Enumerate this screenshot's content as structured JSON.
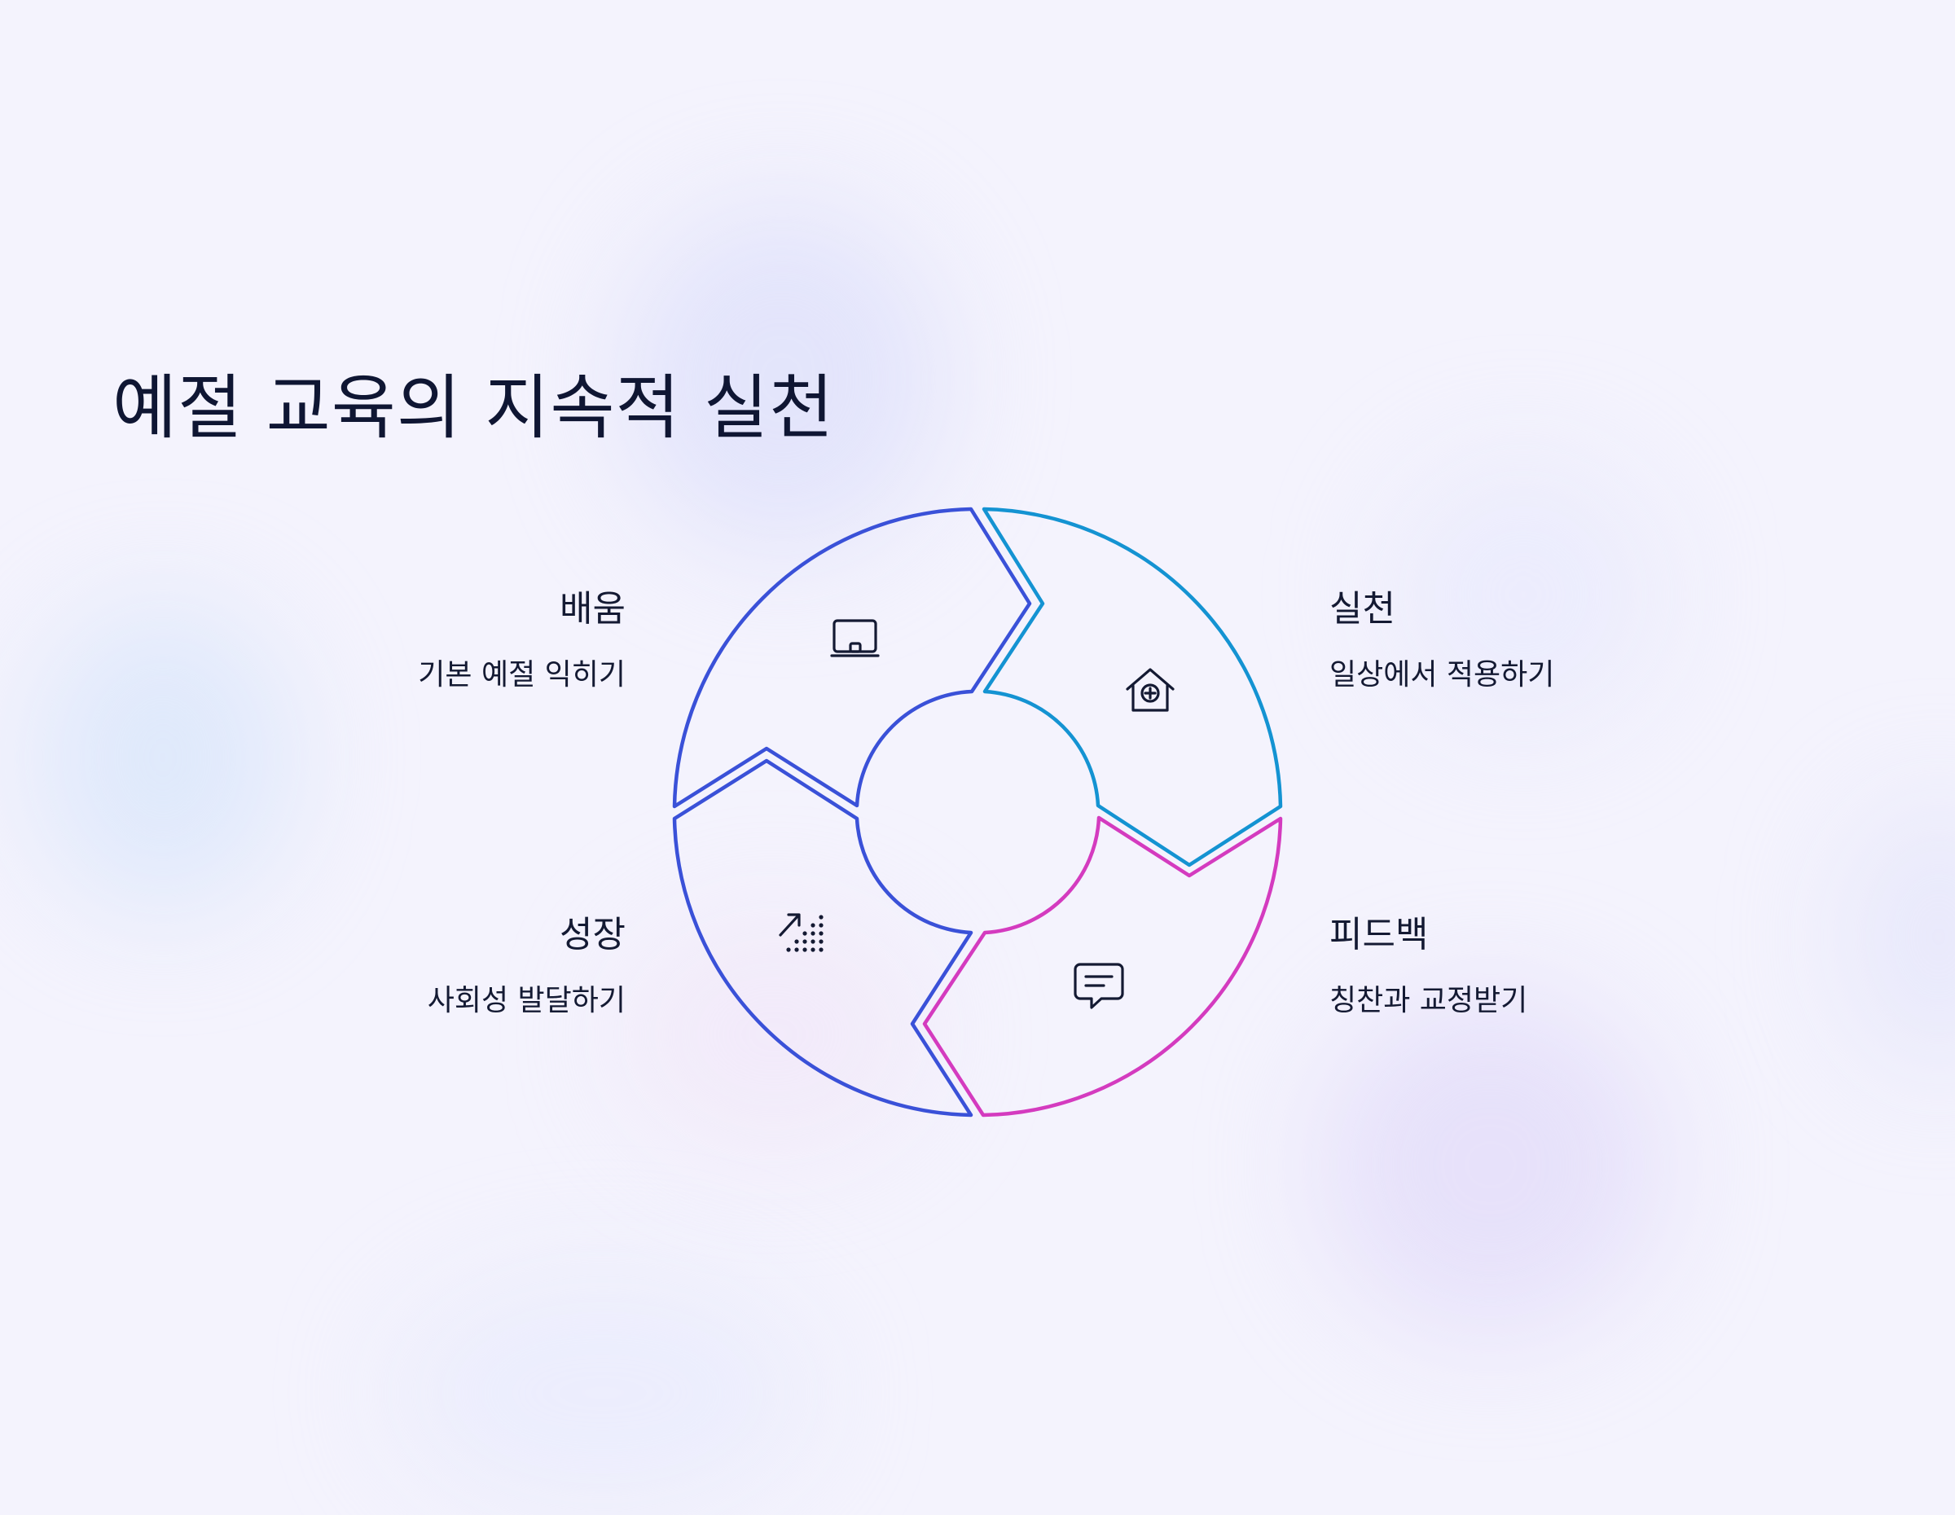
{
  "title": "예절 교육의 지속적 실천",
  "colors": {
    "blue": "#3a51d8",
    "cyan": "#1493d2",
    "magenta": "#d43bbf",
    "text": "#141a33"
  },
  "segments": [
    {
      "id": "learn",
      "title": "배움",
      "description": "기본 예절 익히기",
      "icon": "classroom-board-icon",
      "color": "#3a51d8"
    },
    {
      "id": "practice",
      "title": "실천",
      "description": "일상에서 적용하기",
      "icon": "house-plus-icon",
      "color": "#1493d2"
    },
    {
      "id": "feedback",
      "title": "피드백",
      "description": "칭찬과 교정받기",
      "icon": "chat-bubble-icon",
      "color": "#d43bbf"
    },
    {
      "id": "growth",
      "title": "성장",
      "description": "사회성 발달하기",
      "icon": "growth-arrow-icon",
      "color": "#3a51d8"
    }
  ]
}
